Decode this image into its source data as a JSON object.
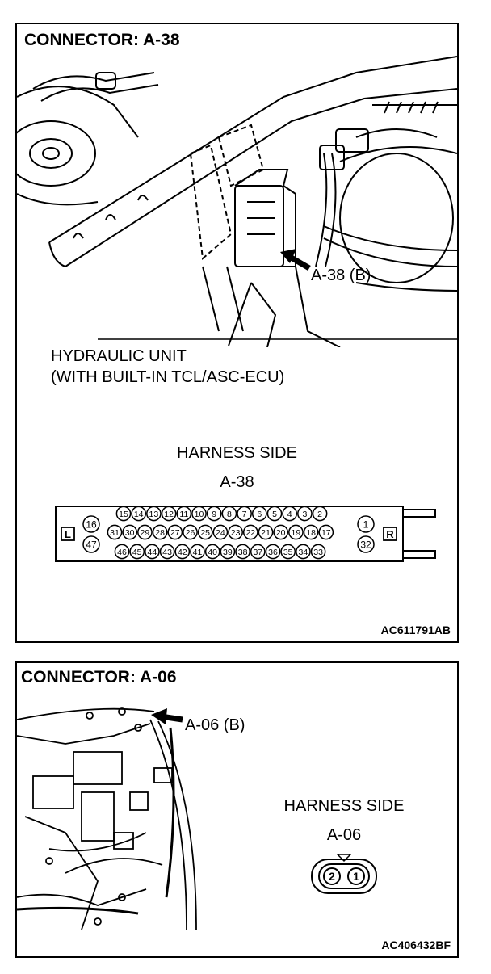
{
  "panels": [
    {
      "title": "CONNECTOR: A-38",
      "callout_arrow": "A-38 (B)",
      "component_label_line1": "HYDRAULIC UNIT",
      "component_label_line2": "(WITH BUILT-IN TCL/ASC-ECU)",
      "harness_label": "HARNESS SIDE",
      "connector_id": "A-38",
      "side_left": "L",
      "side_right": "R",
      "pins_row1": [
        "15",
        "14",
        "13",
        "12",
        "11",
        "10",
        "9",
        "8",
        "7",
        "6",
        "5",
        "4",
        "3",
        "2"
      ],
      "pins_row2": [
        "31",
        "30",
        "29",
        "28",
        "27",
        "26",
        "25",
        "24",
        "23",
        "22",
        "21",
        "20",
        "19",
        "18",
        "17"
      ],
      "pins_row3": [
        "46",
        "45",
        "44",
        "43",
        "42",
        "41",
        "40",
        "39",
        "38",
        "37",
        "36",
        "35",
        "34",
        "33"
      ],
      "pin_left_top": "16",
      "pin_left_bottom": "47",
      "pin_right_top": "1",
      "pin_right_bottom": "32",
      "code": "AC611791AB"
    },
    {
      "title": "CONNECTOR: A-06",
      "callout_arrow": "A-06 (B)",
      "harness_label": "HARNESS SIDE",
      "connector_id": "A-06",
      "pins": [
        "2",
        "1"
      ],
      "code": "AC406432BF"
    }
  ]
}
